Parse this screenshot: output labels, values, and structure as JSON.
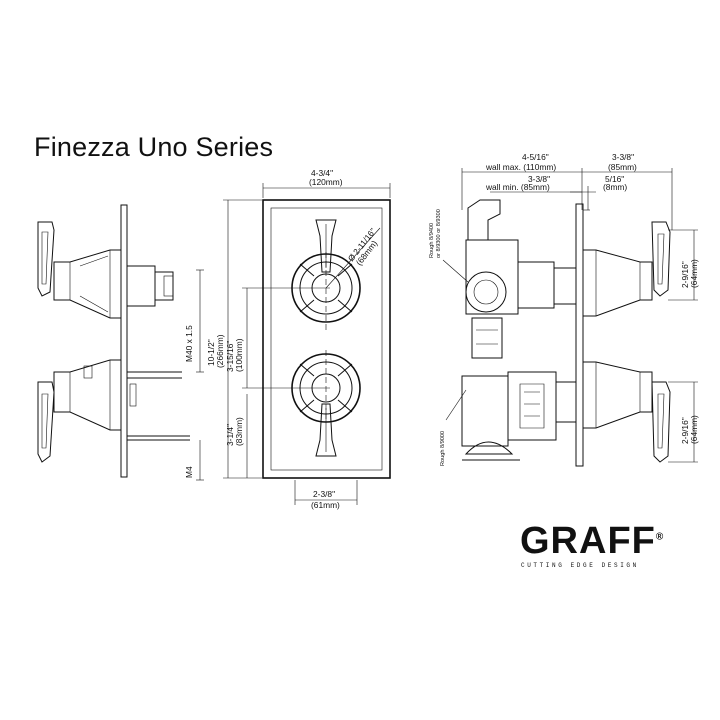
{
  "title": "Finezza Uno Series",
  "brand": {
    "name": "GRAFF",
    "registered": "®",
    "tagline": "CUTTING EDGE DESIGN"
  },
  "front_view": {
    "width": {
      "in": "4-3/4\"",
      "mm": "(120mm)"
    },
    "height": {
      "in": "10-1/2\"",
      "mm": "(266mm)"
    },
    "spacing": {
      "in": "3-15/16\"",
      "mm": "(100mm)"
    },
    "lower": {
      "in": "3-1/4\"",
      "mm": "(83mm)"
    },
    "bottom_width": {
      "in": "2-3/8\"",
      "mm": "(61mm)"
    },
    "diameter": {
      "in": "2-11/16\"",
      "mm": "(68mm)",
      "symbol": "Ø"
    }
  },
  "left_view": {
    "thread": "M40 x 1.5",
    "screw": "M4"
  },
  "side_view": {
    "wall_max": {
      "in": "4-5/16\"",
      "label": "wall max. (110mm)"
    },
    "wall_min": {
      "in": "3-3/8\"",
      "label": "wall min. (85mm)"
    },
    "right_top": {
      "in": "3-3/8\"",
      "mm": "(85mm)"
    },
    "right_small": {
      "in": "5/16\"",
      "mm": "(8mm)"
    },
    "handle_upper": {
      "in": "2-9/16\"",
      "mm": "(64mm)"
    },
    "handle_lower": {
      "in": "2-9/16\"",
      "mm": "(64mm)"
    },
    "rough_top": "Rough 8/9400",
    "rough_top2": "or 8/9300 or 8/9300",
    "rough_bottom": "Rough 8/9000"
  }
}
